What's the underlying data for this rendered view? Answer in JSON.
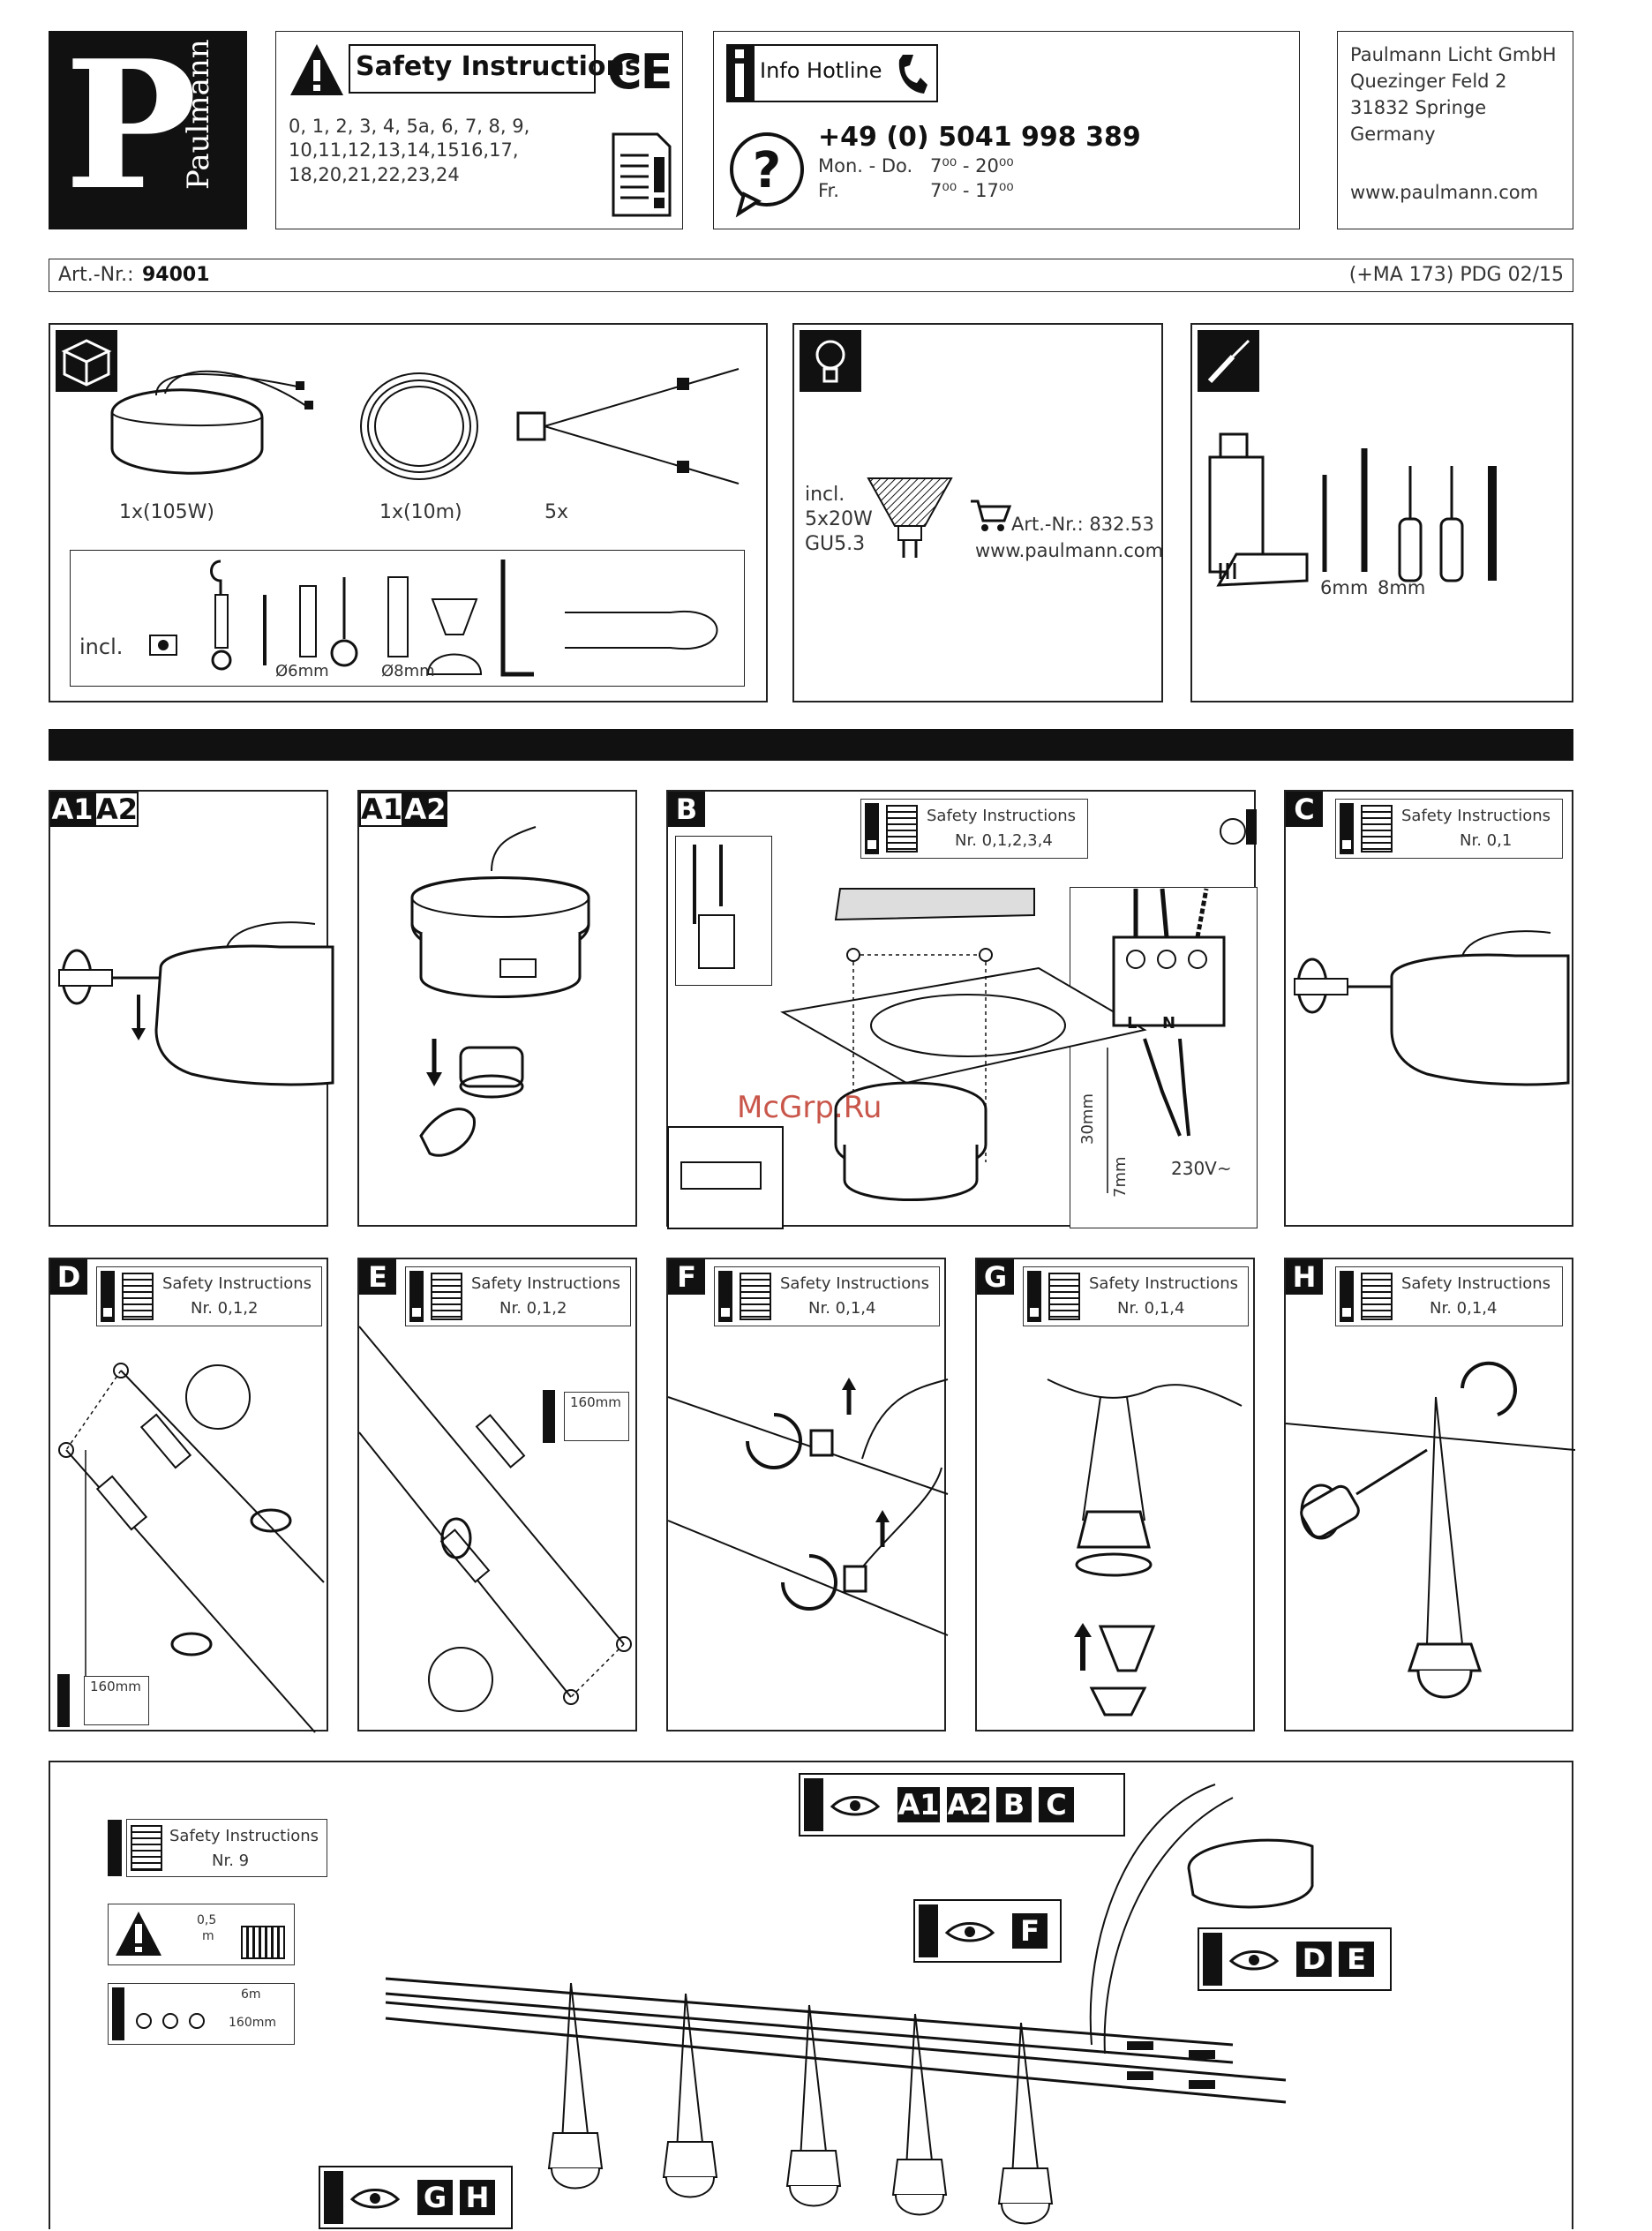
{
  "brand": {
    "logo_letter": "P",
    "logo_name": "Paulmann"
  },
  "safety": {
    "title": "Safety Instructions",
    "ce_mark": "CE",
    "numbers_line1": "0, 1, 2, 3, 4, 5a, 6, 7, 8, 9,",
    "numbers_line2": "10,11,12,13,14,1516,17,",
    "numbers_line3": "18,20,21,22,23,24"
  },
  "hotline": {
    "title": "Info Hotline",
    "phone": "+49 (0) 5041 998 389",
    "days1": "Mon. - Do.",
    "hours1": "7⁰⁰ - 20⁰⁰",
    "days2": "Fr.",
    "hours2": "7⁰⁰ - 17⁰⁰"
  },
  "address": {
    "line1": "Paulmann Licht GmbH",
    "line2": "Quezinger Feld  2",
    "line3": "31832 Springe",
    "line4": "Germany",
    "web": "www.paulmann.com"
  },
  "artbar": {
    "art_label": "Art.-Nr.:",
    "art_number": "94001",
    "revision": "(+MA 173) PDG 02/15"
  },
  "contents": {
    "transformer_qty": "1x(105W)",
    "cable_qty": "1x(10m)",
    "spreader_qty": "5x",
    "incl_label": "incl.",
    "dowel6": "Ø6mm",
    "dowel8": "Ø8mm"
  },
  "lamp": {
    "incl": "incl.",
    "qty": "5x20W",
    "socket": "GU5.3",
    "art": "Art.-Nr.: 832.53",
    "web": "www.paulmann.com"
  },
  "tools": {
    "drill6": "6mm",
    "drill8": "8mm"
  },
  "steps": {
    "a1": "A1",
    "a2": "A2",
    "b": "B",
    "c": "C",
    "d": "D",
    "e": "E",
    "f": "F",
    "g": "G",
    "h": "H",
    "si_title": "Safety Instructions",
    "b_nr": "Nr. 0,1,2,3,4",
    "c_nr": "Nr. 0,1",
    "d_nr": "Nr. 0,1,2",
    "e_nr": "Nr. 0,1,2",
    "f_nr": "Nr. 0,1,4",
    "g_nr": "Nr. 0,1,4",
    "h_nr": "Nr. 0,1,4",
    "b_30": "30mm",
    "b_7": "7mm",
    "b_volt": "230V~",
    "b_l": "L",
    "b_n": "N",
    "d_160": "160mm",
    "e_160": "160mm"
  },
  "overview": {
    "si_nr": "Nr. 9",
    "dist_05": "0,5",
    "dist_m": "m",
    "dist_6m": "6m",
    "dist_160": "160mm",
    "watermark": "McGrp.Ru"
  }
}
